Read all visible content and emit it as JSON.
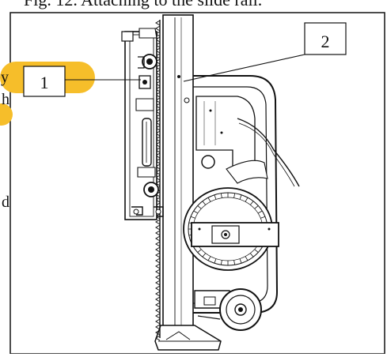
{
  "header": {
    "caption_fragment": "Fig. 12. Attaching to the slide rail."
  },
  "callouts": [
    {
      "number": "1",
      "highlighted": true
    },
    {
      "number": "2",
      "highlighted": false
    }
  ],
  "left_margin_fragments": [
    "y",
    "h",
    "d"
  ],
  "colors": {
    "highlight": "#f6be2a",
    "ink": "#111111",
    "paper": "#ffffff"
  }
}
